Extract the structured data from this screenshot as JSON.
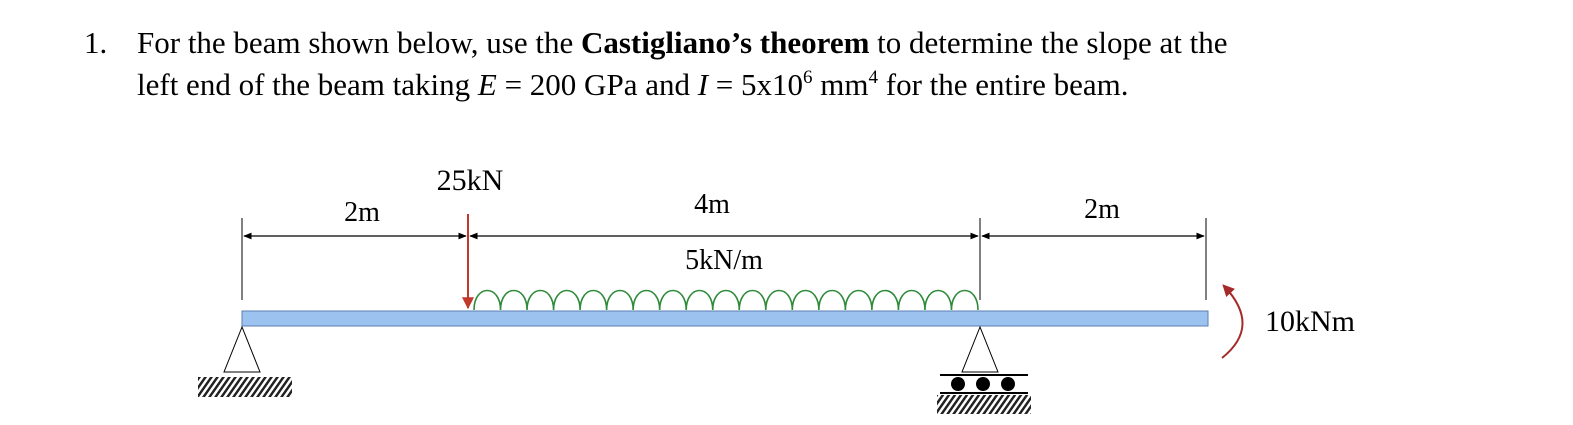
{
  "problem": {
    "number": "1.",
    "line1_a": "For the beam shown below, use the ",
    "line1_bold": "Castigliano’s theorem",
    "line1_b": " to determine the slope at the",
    "line2_a": "left  end of the beam taking ",
    "E_symbol": "E",
    "line2_b": " = 200 GPa and ",
    "I_symbol": "I",
    "line2_c": " = 5x10",
    "exp6": "6",
    "line2_d": " mm",
    "exp4": "4",
    "line2_e": " for the entire beam."
  },
  "diagram": {
    "point_load_label": "25kN",
    "udl_label": "5kN/m",
    "moment_label": "10kNm",
    "dims": [
      {
        "label": "2m"
      },
      {
        "label": "4m"
      },
      {
        "label": "2m"
      }
    ],
    "colors": {
      "beam_fill": "#9cc3f0",
      "beam_stroke": "#5b7fb0",
      "point_load": "#c0392b",
      "udl": "#2e8b3a",
      "moment": "#a52a2a"
    }
  }
}
